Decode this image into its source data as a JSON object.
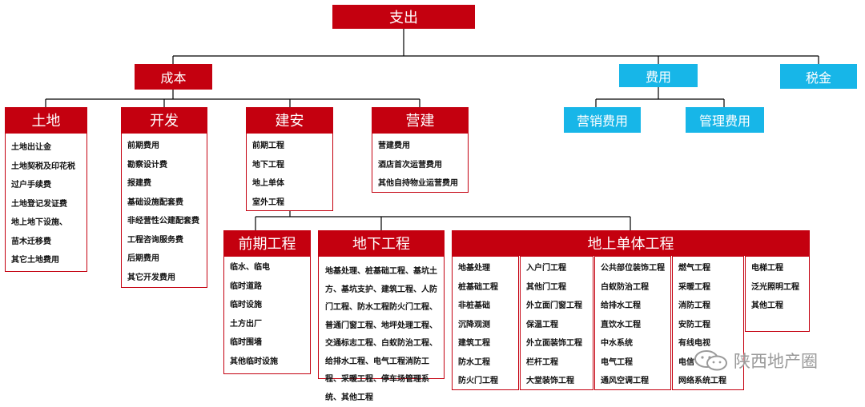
{
  "root": "支出",
  "cost": "成本",
  "expenses": "费用",
  "tax": "税金",
  "expense_children": [
    "营销费用",
    "管理费用"
  ],
  "land": {
    "title": "土地",
    "items": [
      "土地出让金",
      "土地契税及印花税",
      "过户手续费",
      "土地登记发证费",
      "地上地下设施、",
      "苗木迁移费",
      "其它土地费用"
    ]
  },
  "development": {
    "title": "开发",
    "items": [
      "前期费用",
      "勘察设计费",
      "报建费",
      "基础设施配套费",
      "非经营性公建配套费",
      "工程咨询服务费",
      "后期费用",
      "其它开发费用"
    ]
  },
  "construction": {
    "title": "建安",
    "items": [
      "前期工程",
      "地下工程",
      "地上单体",
      "室外工程"
    ]
  },
  "operation": {
    "title": "营建",
    "items": [
      "营建费用",
      "酒店首次运营费用",
      "其他自持物业运营费用"
    ]
  },
  "preliminary": {
    "title": "前期工程",
    "items": [
      "临水、临电",
      "临时道路",
      "临时设施",
      "土方出厂",
      "临时围墙",
      "其他临时设施"
    ]
  },
  "underground": {
    "title": "地下工程",
    "text": "地基处理、桩基础工程、基坑土方、基坑支护、建筑工程、人防门工程、防水工程防火门工程、普通门窗工程、地坪处理工程、交通标志工程、白蚁防治工程、给排水工程、电气工程消防工程、采暖工程、停车场管理系统、其他工程"
  },
  "above": {
    "title": "地上单体工程",
    "columns": [
      [
        "地基处理",
        "桩基础工程",
        "非桩基础",
        "沉降观测",
        "建筑工程",
        "防水工程",
        "防火门工程"
      ],
      [
        "入户门工程",
        "其他门工程",
        "外立面门窗工程",
        "保温工程",
        "外立面装饰工程",
        "栏杆工程",
        "大堂装饰工程"
      ],
      [
        "公共部位装饰工程",
        "白蚁防治工程",
        "给排水工程",
        "直饮水工程",
        "中水系统",
        "电气工程",
        "通风空调工程"
      ],
      [
        "燃气工程",
        "采暖工程",
        "消防工程",
        "安防工程",
        "有线电视",
        "电信",
        "网络系统工程"
      ],
      [
        "电梯工程",
        "泛光照明工程",
        "其他工程"
      ]
    ]
  },
  "watermark": "陕西地产圈",
  "colors": {
    "red": "#c4000f",
    "blue": "#17b6e8",
    "line": "#000000"
  }
}
